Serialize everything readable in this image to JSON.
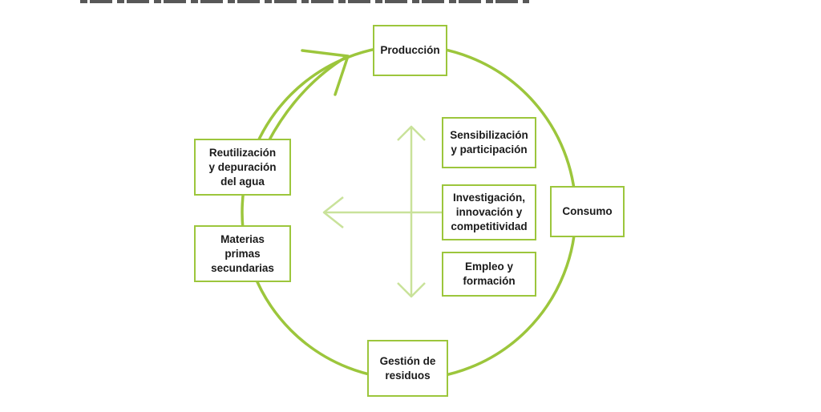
{
  "diagram": {
    "colors": {
      "cycle": "#9cc63c",
      "inner_arrows": "#c9e29a",
      "box_border": "#9cc63c",
      "text": "#1a1a1a"
    },
    "cycle_nodes": {
      "produccion": "Producción",
      "consumo": "Consumo",
      "gestion": "Gestión de\nresiduos",
      "materias": "Materias\nprimas\nsecundarias",
      "reutilizacion": "Reutilización\ny depuración\ndel agua"
    },
    "central_nodes": {
      "sensibilizacion": "Sensibilización\ny participación",
      "investigacion": "Investigación,\ninnovación y\ncompetitividad",
      "empleo": "Empleo y\nformación"
    },
    "icons": [
      "cycle-arrow-icon",
      "vertical-double-arrow-icon",
      "left-arrow-icon"
    ]
  }
}
